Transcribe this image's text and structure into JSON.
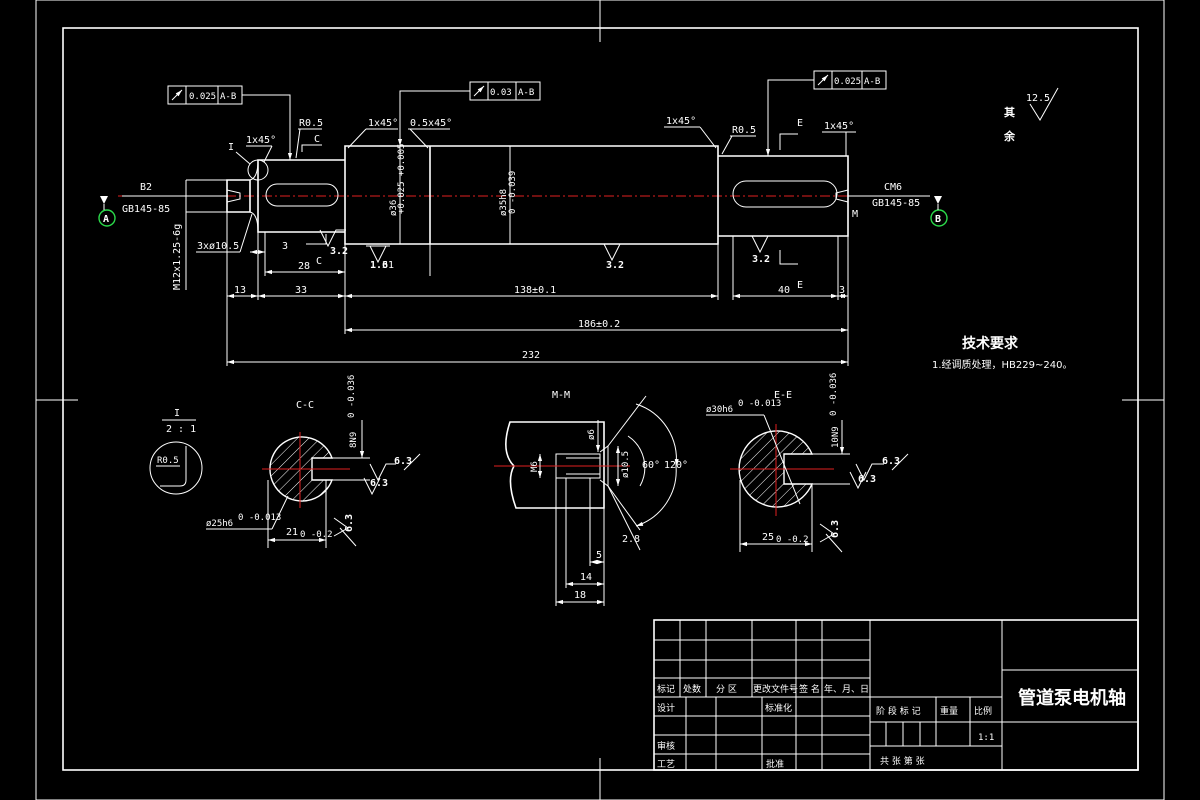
{
  "title_block": {
    "part_name": "管道泵电机轴",
    "row_headers": [
      "标记",
      "处数",
      "分 区",
      "更改文件号",
      "签 名",
      "年、月、日"
    ],
    "design": "设计",
    "standardization": "标准化",
    "review": "审核",
    "process": "工艺",
    "approve": "批准",
    "stage_mark": "阶 段 标 记",
    "weight": "重量",
    "scale_label": "比例",
    "scale_value": "1:1",
    "sheets": "共   张   第   张"
  },
  "tech_req": {
    "heading": "技术要求",
    "item1": "1.经调质处理，HB229~240。"
  },
  "rest_surface": {
    "label_1": "其",
    "label_2": "余",
    "value": "12.5"
  },
  "datums": {
    "a": "A",
    "b": "B"
  },
  "main_view": {
    "runout_left": {
      "value": "0.025",
      "ref": "A-B"
    },
    "runout_mid": {
      "value": "0.03",
      "ref": "A-B"
    },
    "runout_right": {
      "value": "0.025",
      "ref": "A-B"
    },
    "chamfer_left": "1x45°",
    "fillet_left": "R0.5",
    "chamfer_mid": "1x45°",
    "chamfer_mid2": "0.5x45°",
    "chamfer_right": "1x45°",
    "fillet_right": "R0.5",
    "chamfer_end": "1x45°",
    "detail_i": "I",
    "section_c": "C",
    "section_c2": "C",
    "section_e": "E",
    "section_e2": "E",
    "section_m": "M",
    "center_b2": "B2",
    "center_left_std": "GB145-85",
    "center_cm6": "CM6",
    "center_right_std": "GB145-85",
    "thread": "M12x1.25-6g",
    "undercut": "3xø10.5",
    "dia_36": "ø36",
    "dia_36_tol": "+0.025 +0.005",
    "dia_35": "ø35h8",
    "dia_35_tol": "0 -0.039",
    "rough_c": "3.2",
    "rough_16": "1.6",
    "rough_31": "31",
    "rough_mid": "3.2",
    "rough_right": "3.2",
    "dim_3": "3",
    "dim_28": "28",
    "dim_13": "13",
    "dim_33": "33",
    "dim_138": "138±0.1",
    "dim_40": "40",
    "dim_3b": "3",
    "dim_186": "186±0.2",
    "dim_232": "232"
  },
  "detail_view": {
    "title": "I",
    "scale": "2 : 1",
    "radius": "R0.5"
  },
  "section_cc": {
    "title": "C-C",
    "key_width": "8N9",
    "key_width_tol": "0 -0.036",
    "rough_top": "6.3",
    "rough_side": "6.3",
    "rough_bottom": "6.3",
    "dia": "ø25h6",
    "dia_tol": "0 -0.013",
    "depth": "21",
    "depth_tol": "0 -0.2"
  },
  "section_mm": {
    "title": "M-M",
    "dia_6": "ø6",
    "dia_105": "ø10.5",
    "thread": "M6",
    "angle_60": "60°",
    "angle_120": "120°",
    "dim_28": "2.8",
    "dim_5": "5",
    "dim_14": "14",
    "dim_18": "18"
  },
  "section_ee": {
    "title": "E-E",
    "dia": "ø30h6",
    "dia_tol": "0 -0.013",
    "key_width": "10N9",
    "key_width_tol": "0 -0.036",
    "rough_top": "6.3",
    "rough_side": "6.3",
    "rough_bottom": "6.3",
    "depth": "25",
    "depth_tol": "0 -0.2"
  }
}
